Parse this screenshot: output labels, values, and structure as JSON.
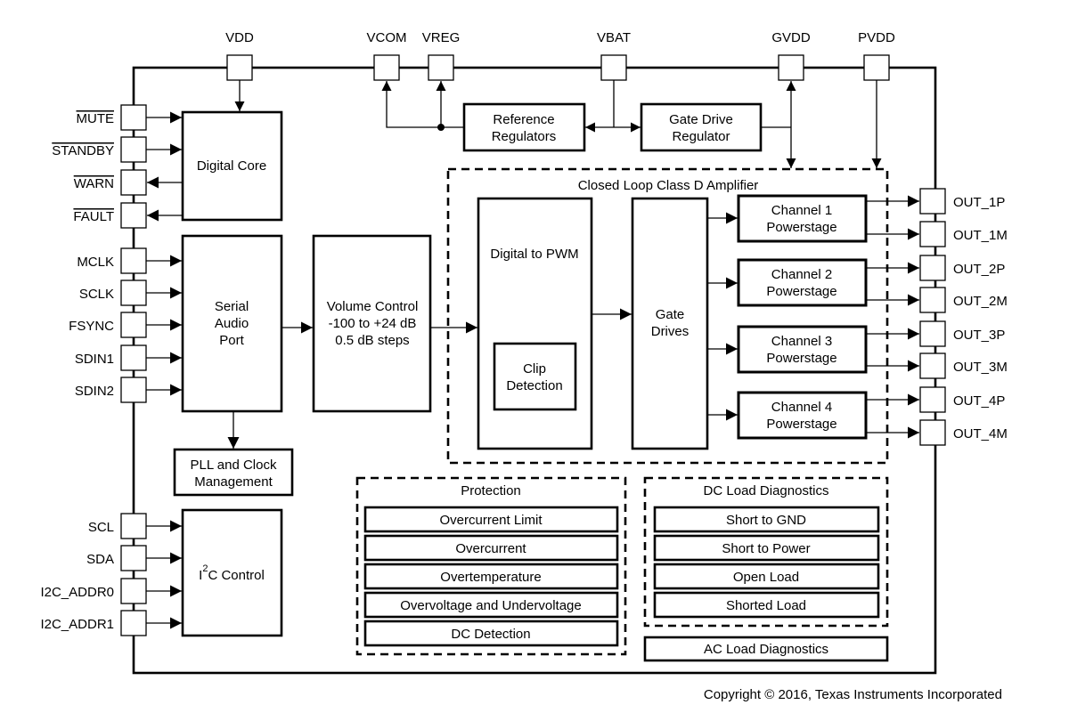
{
  "top_pins": [
    "VDD",
    "VCOM",
    "VREG",
    "VBAT",
    "GVDD",
    "PVDD"
  ],
  "left_pins": {
    "mute": "MUTE",
    "standby": "STANDBY",
    "warn": "WARN",
    "fault": "FAULT",
    "mclk": "MCLK",
    "sclk": "SCLK",
    "fsync": "FSYNC",
    "sdin1": "SDIN1",
    "sdin2": "SDIN2",
    "scl": "SCL",
    "sda": "SDA",
    "i2c_addr0": "I2C_ADDR0",
    "i2c_addr1": "I2C_ADDR1"
  },
  "right_pins": [
    "OUT_1P",
    "OUT_1M",
    "OUT_2P",
    "OUT_2M",
    "OUT_3P",
    "OUT_3M",
    "OUT_4P",
    "OUT_4M"
  ],
  "blocks": {
    "reference_regulators": [
      "Reference",
      "Regulators"
    ],
    "gate_drive_regulator": [
      "Gate Drive",
      "Regulator"
    ],
    "digital_core": "Digital Core",
    "serial_audio_port": [
      "Serial",
      "Audio",
      "Port"
    ],
    "volume_control": [
      "Volume Control",
      "-100 to +24 dB",
      "0.5 dB steps"
    ],
    "class_d_title": "Closed Loop Class D Amplifier",
    "digital_to_pwm": "Digital to PWM",
    "clip_detection": [
      "Clip",
      "Detection"
    ],
    "gate_drives": [
      "Gate",
      "Drives"
    ],
    "channels": [
      [
        "Channel 1",
        "Powerstage"
      ],
      [
        "Channel 2",
        "Powerstage"
      ],
      [
        "Channel 3",
        "Powerstage"
      ],
      [
        "Channel 4",
        "Powerstage"
      ]
    ],
    "pll": [
      "PLL and Clock",
      "Management"
    ],
    "i2c_control": {
      "prefix": "I",
      "superscript": "2",
      "suffix": "C Control"
    }
  },
  "protection": {
    "title": "Protection",
    "items": [
      "Overcurrent Limit",
      "Overcurrent",
      "Overtemperature",
      "Overvoltage and Undervoltage",
      "DC Detection"
    ]
  },
  "dc_load_diagnostics": {
    "title": "DC Load Diagnostics",
    "items": [
      "Short to GND",
      "Short to Power",
      "Open Load",
      "Shorted Load"
    ]
  },
  "ac_load_diagnostics": "AC Load Diagnostics",
  "copyright": "Copyright © 2016, Texas Instruments Incorporated"
}
